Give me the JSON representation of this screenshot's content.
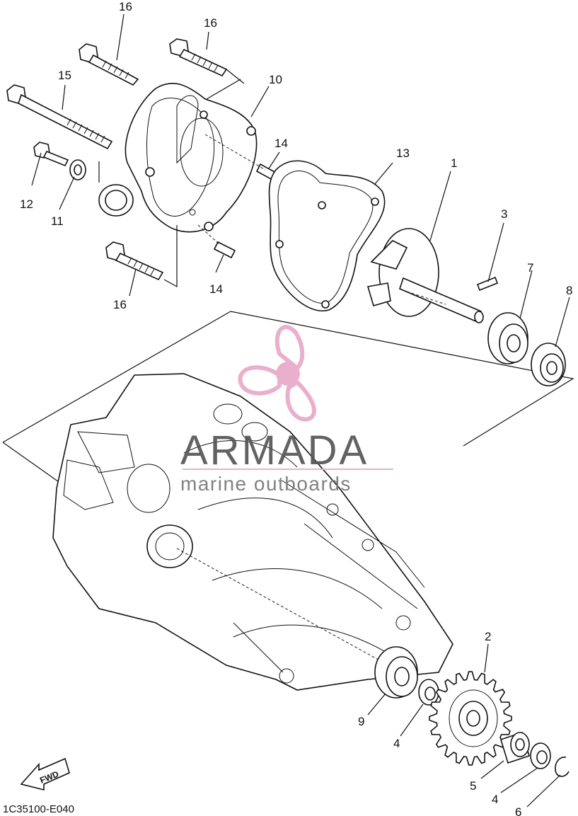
{
  "diagram": {
    "drawing_code": "1C35100-E040",
    "fwd_label": "FWD",
    "callouts": [
      {
        "id": "c16a",
        "label": "16"
      },
      {
        "id": "c16b",
        "label": "16"
      },
      {
        "id": "c15",
        "label": "15"
      },
      {
        "id": "c10",
        "label": "10"
      },
      {
        "id": "c14a",
        "label": "14"
      },
      {
        "id": "c13",
        "label": "13"
      },
      {
        "id": "c12",
        "label": "12"
      },
      {
        "id": "c11",
        "label": "11"
      },
      {
        "id": "c1",
        "label": "1"
      },
      {
        "id": "c3",
        "label": "3"
      },
      {
        "id": "c7",
        "label": "7"
      },
      {
        "id": "c8",
        "label": "8"
      },
      {
        "id": "c16c",
        "label": "16"
      },
      {
        "id": "c14b",
        "label": "14"
      },
      {
        "id": "c2",
        "label": "2"
      },
      {
        "id": "c9",
        "label": "9"
      },
      {
        "id": "c4a",
        "label": "4"
      },
      {
        "id": "c5",
        "label": "5"
      },
      {
        "id": "c4b",
        "label": "4"
      },
      {
        "id": "c6",
        "label": "6"
      }
    ]
  },
  "watermark": {
    "brand": "ARMADA",
    "tagline": "marine outboards",
    "brand_color": "#e8a9c9",
    "text_color": "#555555"
  }
}
